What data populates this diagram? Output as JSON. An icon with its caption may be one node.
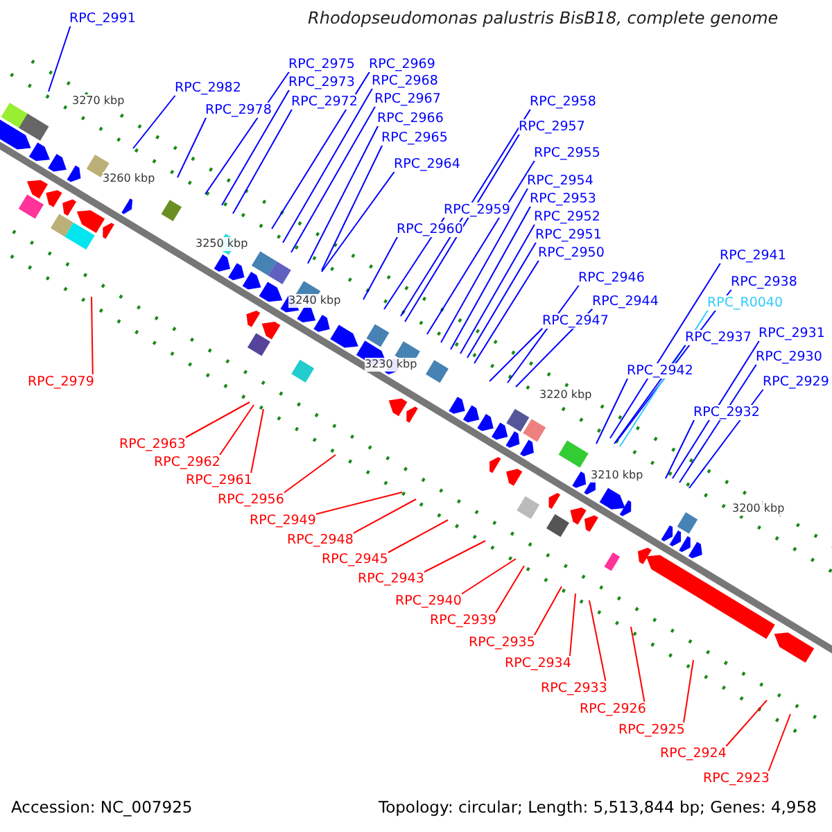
{
  "diagram": {
    "title": "Rhodopseudomonas palustris BisB18, complete genome",
    "nodes": [
      {
        "text": [
          "RPC_2991"
        ]
      },
      {
        "text": [
          "RPC_2982"
        ]
      },
      {
        "text": [
          "RPC_2978"
        ]
      },
      {
        "text": [
          "RPC_2975"
        ]
      },
      {
        "text": [
          "RPC_2973"
        ]
      },
      {
        "text": [
          "RPC_2972"
        ]
      },
      {
        "text": [
          "RPC_2969"
        ]
      },
      {
        "text": [
          "RPC_2968"
        ]
      },
      {
        "text": [
          "RPC_2967"
        ]
      },
      {
        "text": [
          "RPC_2966"
        ]
      },
      {
        "text": [
          "RPC_2965"
        ]
      },
      {
        "text": [
          "RPC_2964"
        ]
      },
      {
        "text": [
          "RPC_2960"
        ]
      },
      {
        "text": [
          "RPC_2959"
        ]
      },
      {
        "text": [
          "RPC_2958"
        ]
      },
      {
        "text": [
          "RPC_2957"
        ]
      },
      {
        "text": [
          "RPC_2955"
        ]
      },
      {
        "text": [
          "RPC_2954"
        ]
      },
      {
        "text": [
          "RPC_2953"
        ]
      },
      {
        "text": [
          "RPC_2952"
        ]
      },
      {
        "text": [
          "RPC_2951"
        ]
      },
      {
        "text": [
          "RPC_2950"
        ]
      },
      {
        "text": [
          "RPC_2946"
        ]
      },
      {
        "text": [
          "RPC_2944"
        ]
      },
      {
        "text": [
          "RPC_2947"
        ]
      },
      {
        "text": [
          "RPC_2941"
        ]
      },
      {
        "text": [
          "RPC_2938"
        ]
      },
      {
        "text": [
          "RPC_R0040"
        ]
      },
      {
        "text": [
          "RPC_2937"
        ]
      },
      {
        "text": [
          "RPC_2942"
        ]
      },
      {
        "text": [
          "RPC_2931"
        ]
      },
      {
        "text": [
          "RPC_2930"
        ]
      },
      {
        "text": [
          "RPC_2929"
        ]
      },
      {
        "text": [
          "RPC_2932"
        ]
      },
      {
        "text": [
          "RPC_2979"
        ]
      },
      {
        "text": [
          "RPC_2963"
        ]
      },
      {
        "text": [
          "RPC_2962"
        ]
      },
      {
        "text": [
          "RPC_2961"
        ]
      },
      {
        "text": [
          "RPC_2956"
        ]
      },
      {
        "text": [
          "RPC_2949"
        ]
      },
      {
        "text": [
          "RPC_2948"
        ]
      },
      {
        "text": [
          "RPC_2945"
        ]
      },
      {
        "text": [
          "RPC_2943"
        ]
      },
      {
        "text": [
          "RPC_2940"
        ]
      },
      {
        "text": [
          "RPC_2939"
        ]
      },
      {
        "text": [
          "RPC_2935"
        ]
      },
      {
        "text": [
          "RPC_2934"
        ]
      },
      {
        "text": [
          "RPC_2933"
        ]
      },
      {
        "text": [
          "RPC_2926"
        ]
      },
      {
        "text": [
          "RPC_2925"
        ]
      },
      {
        "text": [
          "RPC_2924"
        ]
      },
      {
        "text": [
          "RPC_2923"
        ]
      }
    ],
    "edges": [
      {
        "from": 0,
        "to": null,
        "arrow": "none"
      },
      {
        "from": 1,
        "to": null,
        "arrow": "none"
      },
      {
        "from": 2,
        "to": null,
        "arrow": "none"
      },
      {
        "from": 3,
        "to": null,
        "arrow": "none"
      },
      {
        "from": 4,
        "to": null,
        "arrow": "none"
      },
      {
        "from": 5,
        "to": null,
        "arrow": "none"
      },
      {
        "from": 6,
        "to": null,
        "arrow": "none"
      },
      {
        "from": 7,
        "to": null,
        "arrow": "none"
      },
      {
        "from": 8,
        "to": null,
        "arrow": "none"
      },
      {
        "from": 9,
        "to": null,
        "arrow": "none"
      },
      {
        "from": 10,
        "to": null,
        "arrow": "none"
      },
      {
        "from": 11,
        "to": null,
        "arrow": "none"
      },
      {
        "from": 12,
        "to": null,
        "arrow": "none"
      },
      {
        "from": 13,
        "to": null,
        "arrow": "none"
      },
      {
        "from": 14,
        "to": null,
        "arrow": "none"
      },
      {
        "from": 15,
        "to": null,
        "arrow": "none"
      },
      {
        "from": 16,
        "to": null,
        "arrow": "none"
      },
      {
        "from": 17,
        "to": null,
        "arrow": "none"
      },
      {
        "from": 18,
        "to": null,
        "arrow": "none"
      },
      {
        "from": 19,
        "to": null,
        "arrow": "none"
      },
      {
        "from": 20,
        "to": null,
        "arrow": "none"
      },
      {
        "from": 21,
        "to": null,
        "arrow": "none"
      },
      {
        "from": 22,
        "to": null,
        "arrow": "none"
      },
      {
        "from": 23,
        "to": null,
        "arrow": "none"
      },
      {
        "from": 24,
        "to": null,
        "arrow": "none"
      },
      {
        "from": 25,
        "to": null,
        "arrow": "none"
      },
      {
        "from": 26,
        "to": null,
        "arrow": "none"
      },
      {
        "from": 27,
        "to": null,
        "arrow": "none",
        "color": "#33ccff"
      },
      {
        "from": 28,
        "to": null,
        "arrow": "none"
      },
      {
        "from": 29,
        "to": null,
        "arrow": "none"
      },
      {
        "from": 30,
        "to": null,
        "arrow": "none"
      },
      {
        "from": 31,
        "to": null,
        "arrow": "none"
      },
      {
        "from": 32,
        "to": null,
        "arrow": "none"
      },
      {
        "from": 33,
        "to": null,
        "arrow": "none"
      },
      {
        "from": 34,
        "to": null,
        "arrow": "none",
        "color": "#ff0000"
      },
      {
        "from": 35,
        "to": null,
        "arrow": "none",
        "color": "#ff0000"
      },
      {
        "from": 36,
        "to": null,
        "arrow": "none",
        "color": "#ff0000"
      },
      {
        "from": 37,
        "to": null,
        "arrow": "none",
        "color": "#ff0000"
      },
      {
        "from": 38,
        "to": null,
        "arrow": "none",
        "color": "#ff0000"
      },
      {
        "from": 39,
        "to": null,
        "arrow": "none",
        "color": "#ff0000"
      },
      {
        "from": 40,
        "to": null,
        "arrow": "none",
        "color": "#ff0000"
      },
      {
        "from": 41,
        "to": null,
        "arrow": "none",
        "color": "#ff0000"
      },
      {
        "from": 42,
        "to": null,
        "arrow": "none",
        "color": "#ff0000"
      },
      {
        "from": 43,
        "to": null,
        "arrow": "none",
        "color": "#ff0000"
      },
      {
        "from": 44,
        "to": null,
        "arrow": "none",
        "color": "#ff0000"
      },
      {
        "from": 45,
        "to": null,
        "arrow": "none",
        "color": "#ff0000"
      },
      {
        "from": 46,
        "to": null,
        "arrow": "none",
        "color": "#ff0000"
      },
      {
        "from": 47,
        "to": null,
        "arrow": "none",
        "color": "#ff0000"
      },
      {
        "from": 48,
        "to": null,
        "arrow": "none",
        "color": "#ff0000"
      },
      {
        "from": 49,
        "to": null,
        "arrow": "none",
        "color": "#ff0000"
      },
      {
        "from": 50,
        "to": null,
        "arrow": "none",
        "color": "#ff0000"
      },
      {
        "from": 51,
        "to": null,
        "arrow": "none",
        "color": "#ff0000"
      }
    ],
    "labels": [
      "3270 kbp",
      "3260 kbp",
      "3250 kbp",
      "3240 kbp",
      "3230 kbp",
      "3220 kbp",
      "3210 kbp",
      "3200 kbp",
      "Accession: NC_007925",
      "Topology: circular; Length: 5,513,844 bp; Genes: 4,958"
    ]
  }
}
